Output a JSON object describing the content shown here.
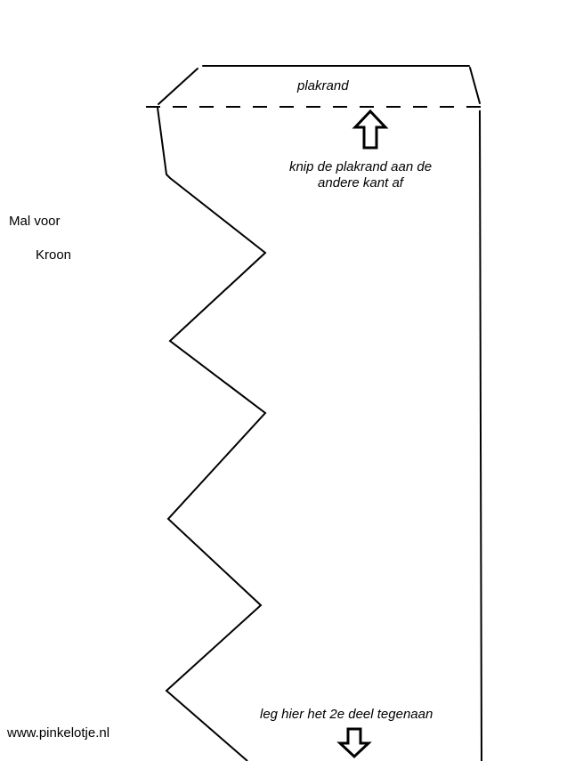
{
  "title": {
    "line1": "Mal voor",
    "line2": "Kroon"
  },
  "plakrand_label": "plakrand",
  "instruction_top": {
    "line1": "knip de plakrand aan de",
    "line2": "andere kant af"
  },
  "instruction_bottom": "leg hier het 2e deel tegenaan",
  "footer_url": "www.pinkelotje.nl",
  "arrows": {
    "top": "up-arrow-icon",
    "bottom": "down-arrow-icon"
  },
  "colors": {
    "line": "#000000",
    "background": "#ffffff"
  }
}
